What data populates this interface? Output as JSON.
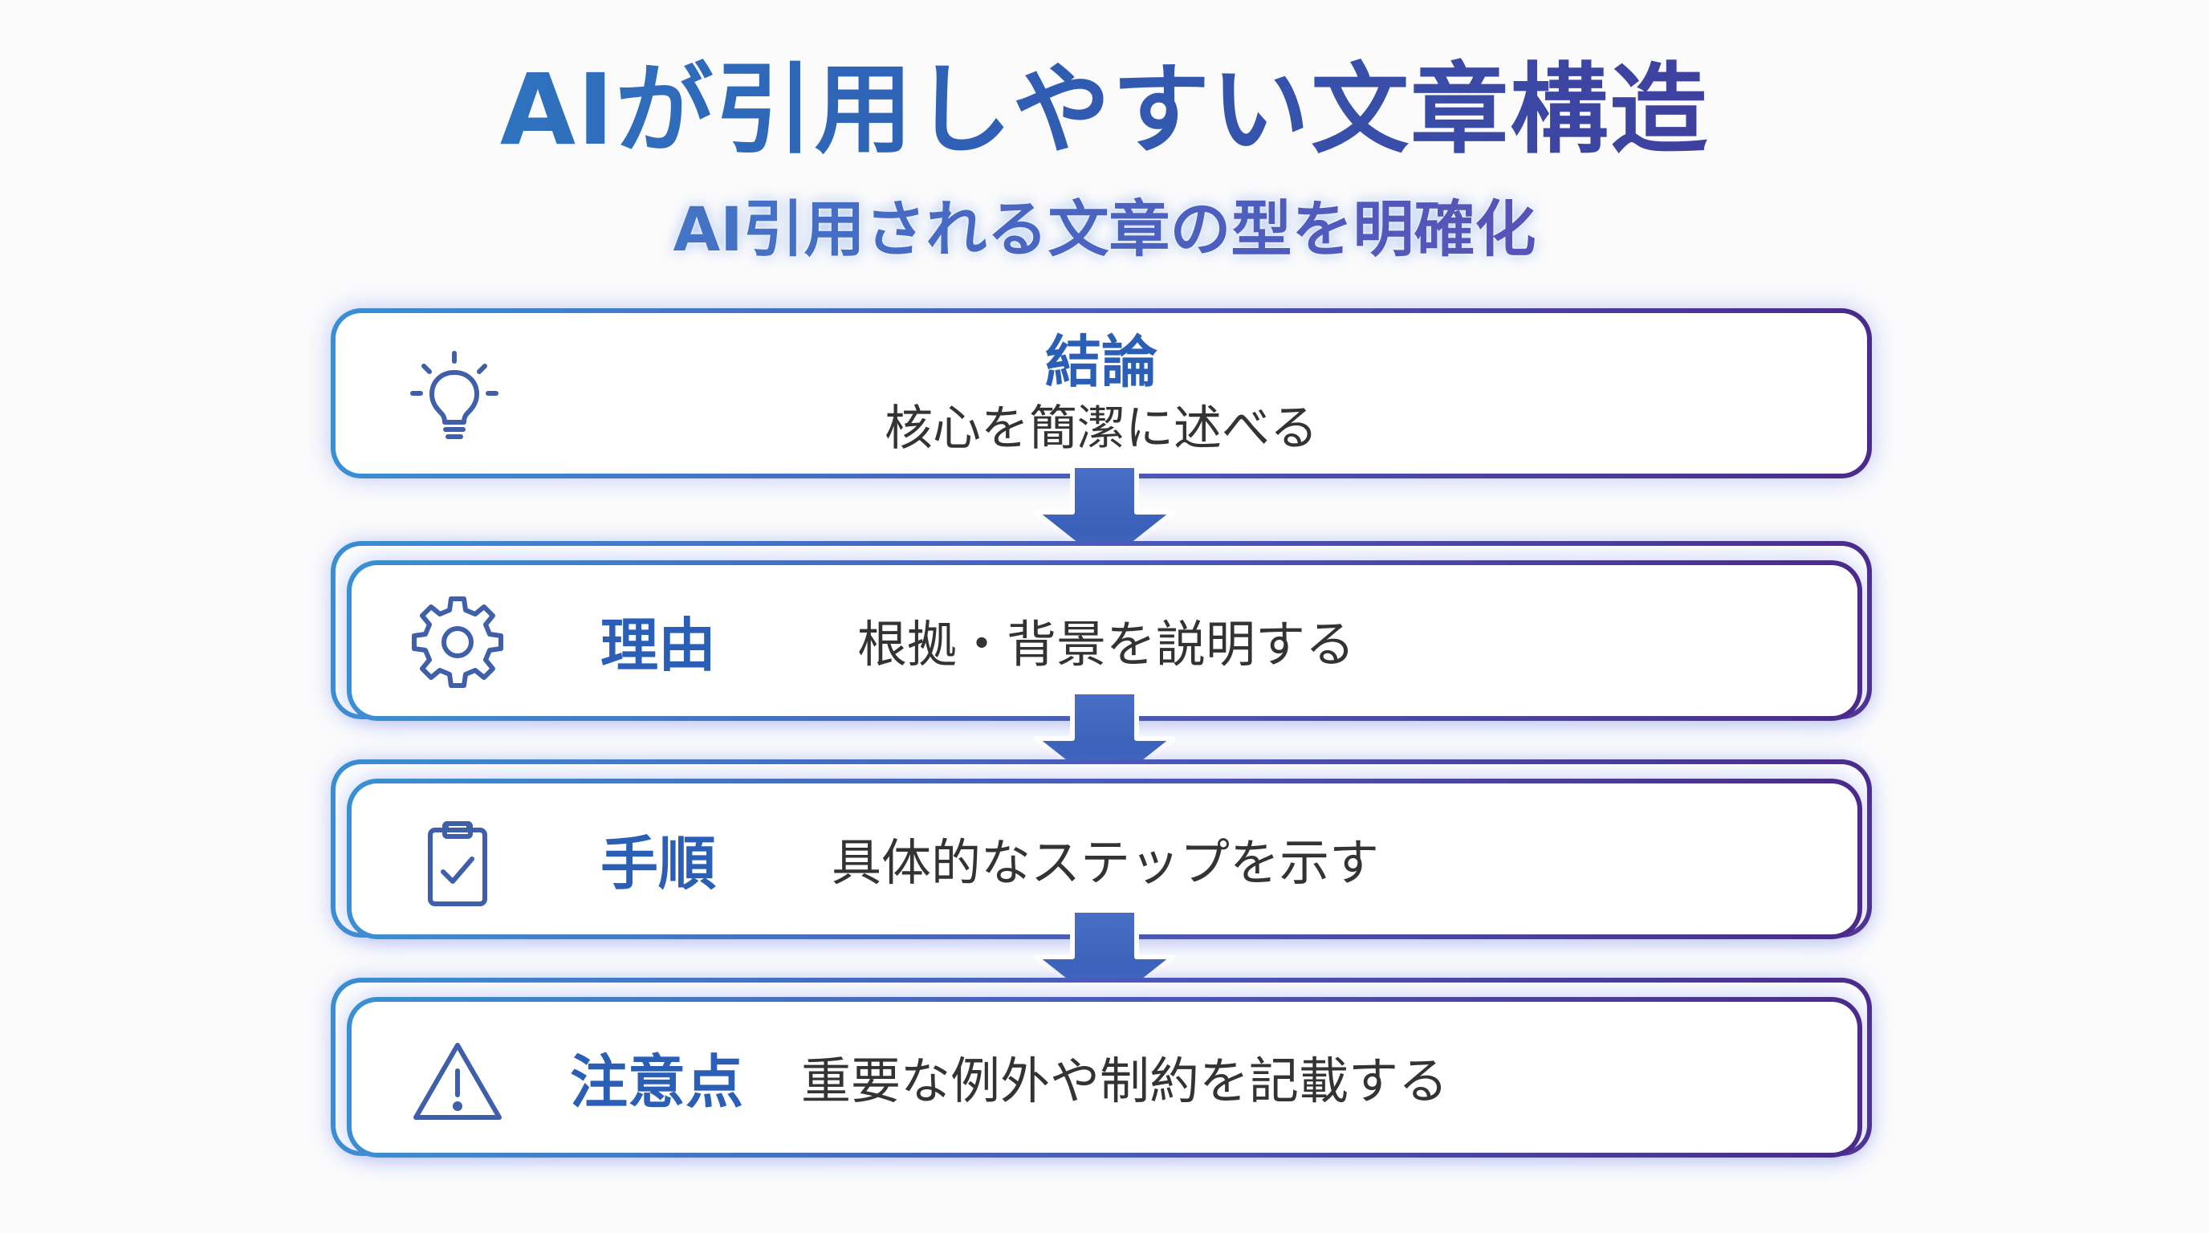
{
  "title": "AIが引用しやすい文章構造",
  "subtitle": "AI引用される文章の型を明確化",
  "steps": [
    {
      "label": "結論",
      "description": "核心を簡潔に述べる",
      "icon": "lightbulb-icon"
    },
    {
      "label": "理由",
      "description": "根拠・背景を説明する",
      "icon": "gear-icon"
    },
    {
      "label": "手順",
      "description": "具体的なステップを示す",
      "icon": "clipboard-check-icon"
    },
    {
      "label": "注意点",
      "description": "重要な例外や制約を記載する",
      "icon": "warning-icon"
    }
  ],
  "colors": {
    "gradient_start": "#3a8fd3",
    "gradient_mid": "#4a56b6",
    "gradient_end": "#4a2a8a",
    "label": "#2a5fb5",
    "text": "#333333",
    "icon": "#3f5fa8"
  }
}
